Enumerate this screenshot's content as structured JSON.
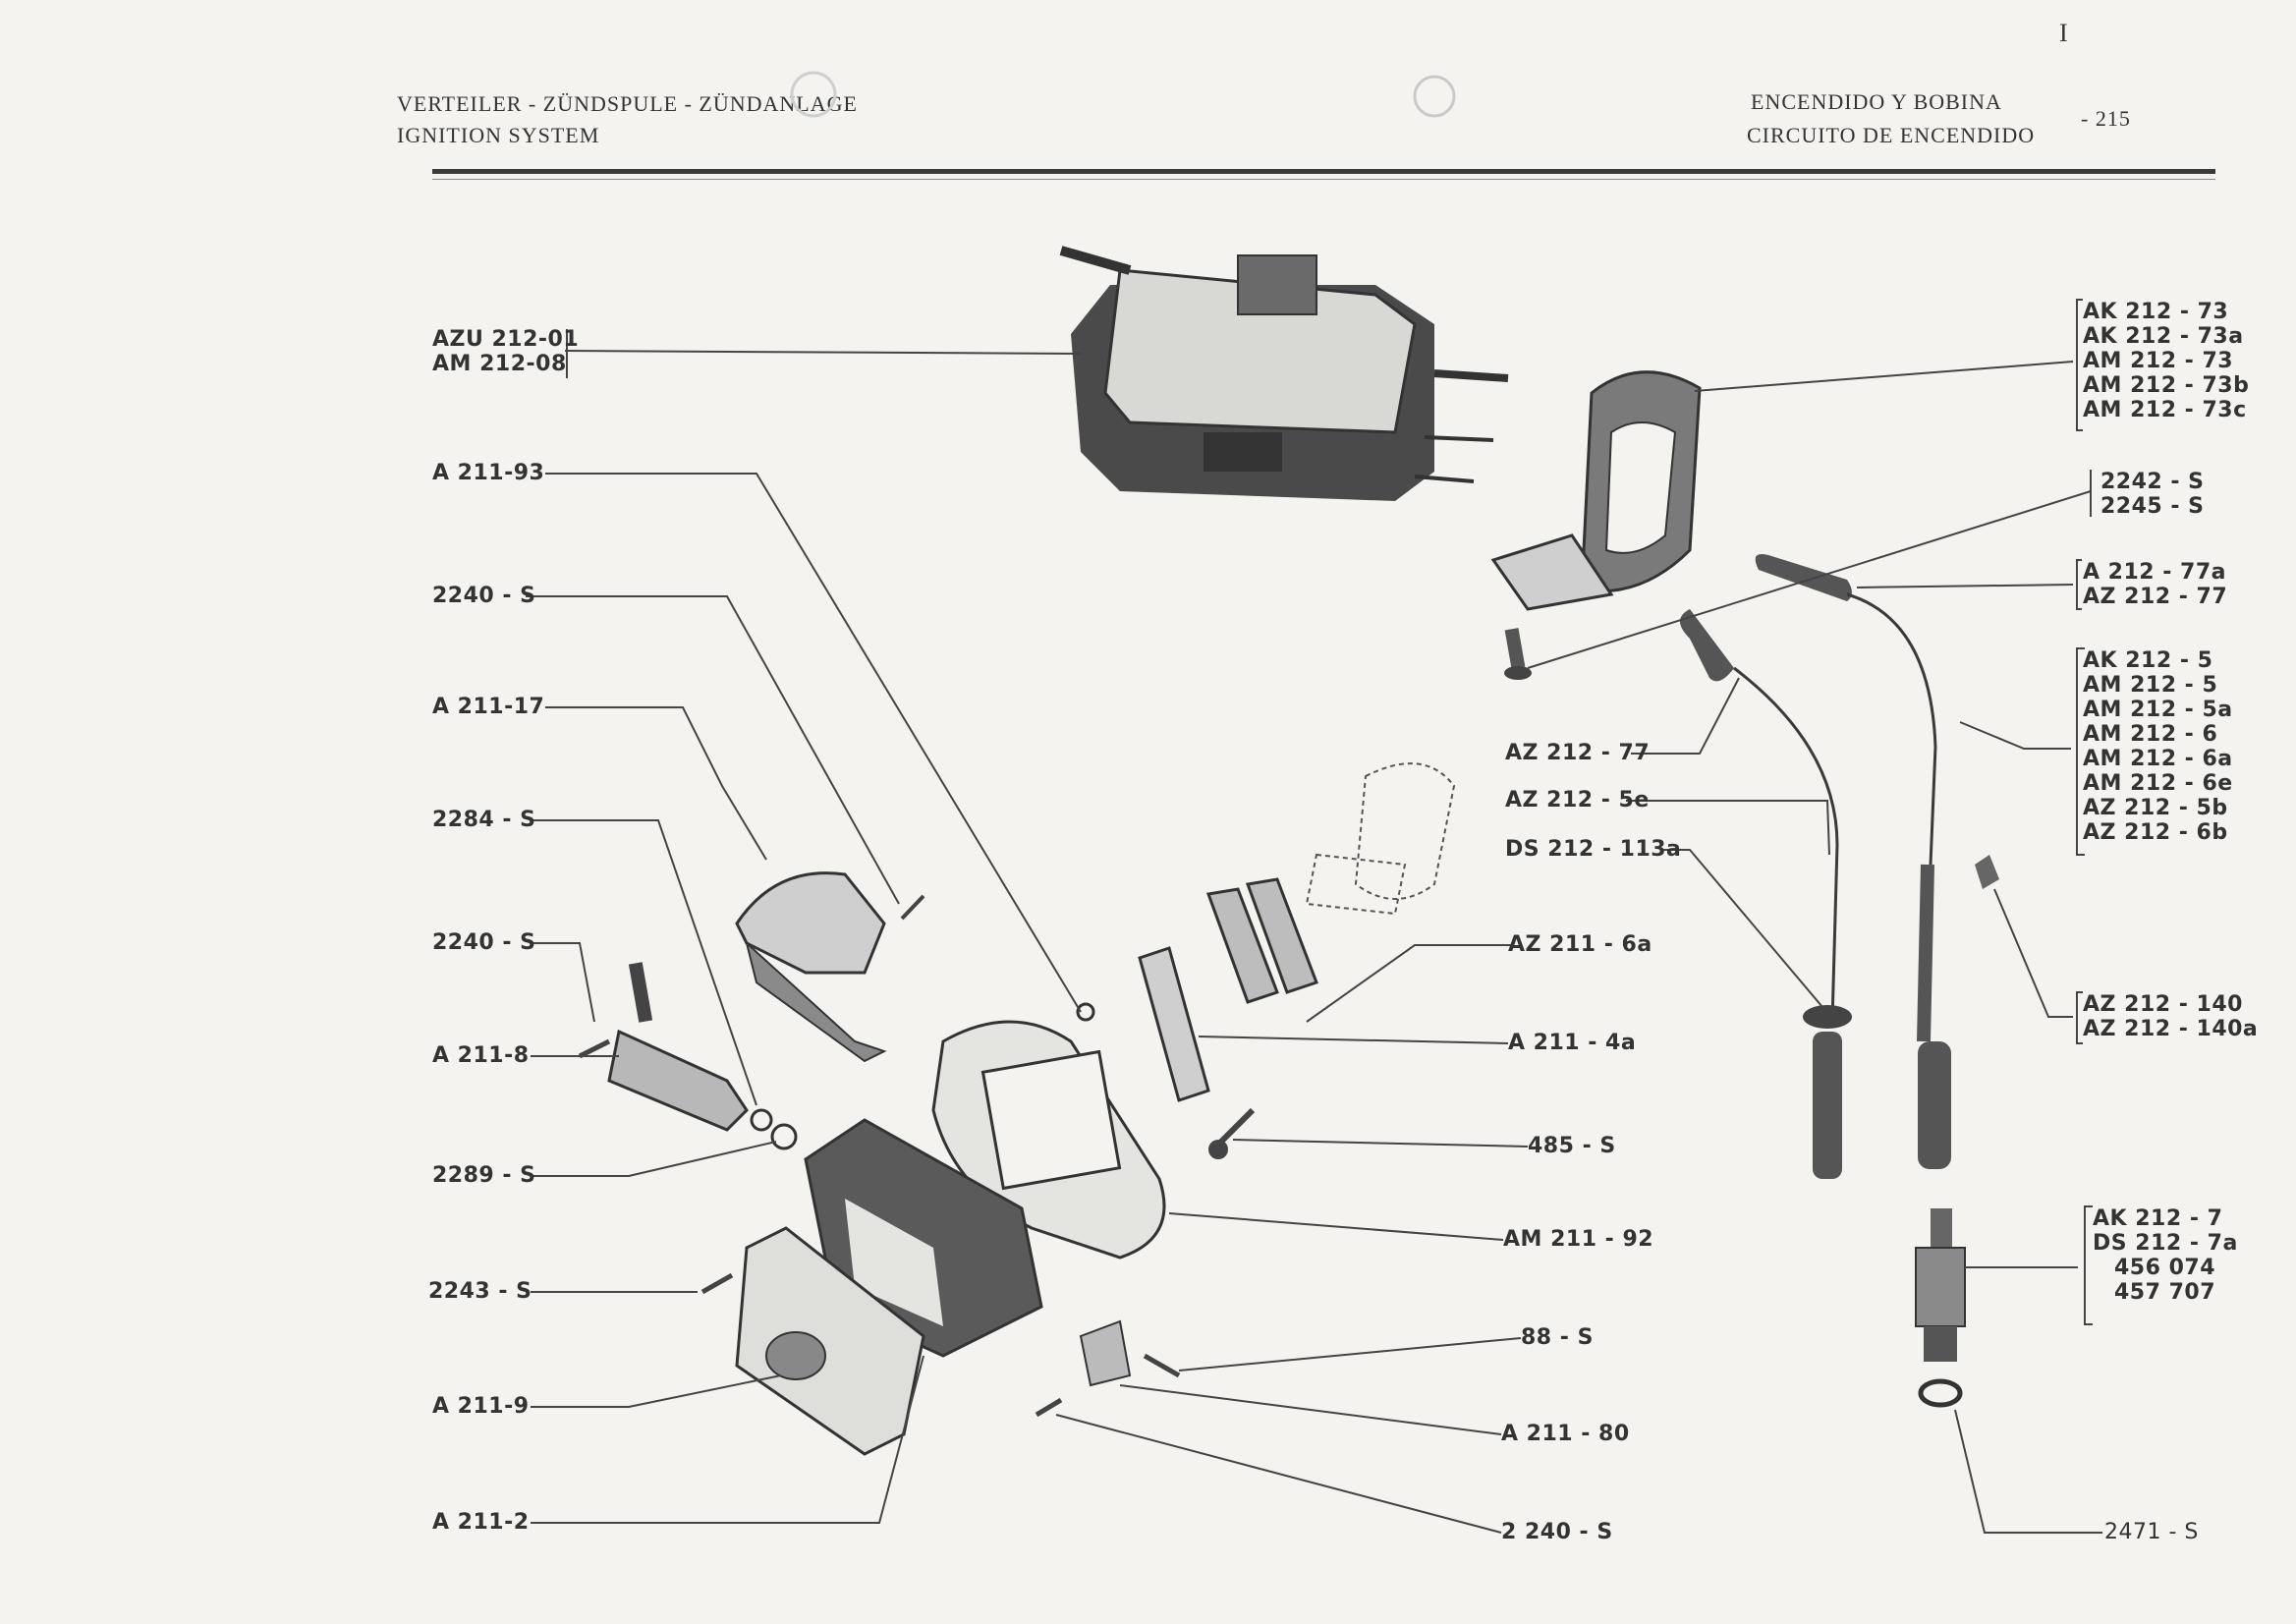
{
  "header": {
    "left_line1": "VERTEILER - ZÜNDSPULE - ZÜNDANLAGE",
    "left_line2": "IGNITION SYSTEM",
    "right_line1": "ENCENDIDO Y BOBINA",
    "right_line2": "CIRCUITO DE ENCENDIDO",
    "page_number": "- 215",
    "corner_mark": "I"
  },
  "labels_left": {
    "coil_group": [
      "AZU 212-01",
      "AM 212-08"
    ],
    "a211_93": "A 211-93",
    "s2240_a": "2240 - S",
    "a211_17": "A 211-17",
    "s2284": "2284 - S",
    "s2240_b": "2240 - S",
    "a211_8": "A 211-8",
    "s2289": "2289 - S",
    "s2243": "2243 - S",
    "a211_9": "A 211-9",
    "a211_2": "A 211-2"
  },
  "labels_mid": {
    "az212_77": "AZ 212 - 77",
    "az212_5e": "AZ 212 - 5e",
    "ds212_113a": "DS 212 - 113a",
    "az211_6a": "AZ 211 - 6a",
    "a211_4a": "A 211 - 4a",
    "s485": "485 - S",
    "am211_92": "AM 211 - 92",
    "s88": "88 - S",
    "a211_80": "A 211 - 80",
    "s2240_c": "2 240 - S"
  },
  "labels_right": {
    "bracket_group": [
      "AK 212 - 73",
      "AK 212 - 73a",
      "AM 212 - 73",
      "AM 212 - 73b",
      "AM 212 - 73c"
    ],
    "screw_group": [
      "2242 - S",
      "2245 - S"
    ],
    "cap_group": [
      "A 212 - 77a",
      "AZ 212 - 77"
    ],
    "cable_group": [
      "AK 212 - 5",
      "AM 212 - 5",
      "AM 212 - 5a",
      "AM 212 - 6",
      "AM 212 - 6a",
      "AM 212 - 6e",
      "AZ 212 - 5b",
      "AZ 212 - 6b"
    ],
    "clip_group": [
      "AZ 212 - 140",
      "AZ 212 - 140a"
    ],
    "plug_group": [
      "AK 212 - 7",
      "DS 212 - 7a",
      "456 074",
      "457 707"
    ],
    "washer": "2471 - S"
  }
}
